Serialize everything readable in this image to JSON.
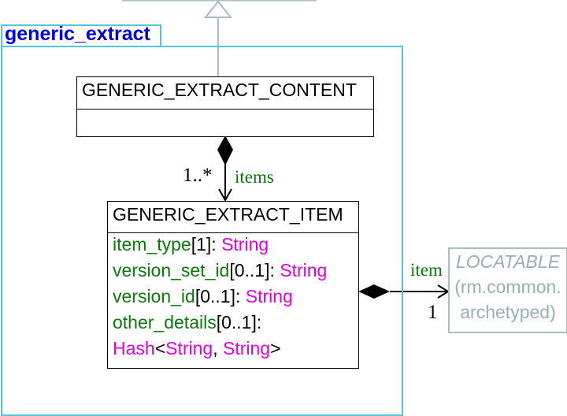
{
  "package": {
    "name": "generic_extract"
  },
  "classes": {
    "content": {
      "name": "GENERIC_EXTRACT_CONTENT"
    },
    "item": {
      "name": "GENERIC_EXTRACT_ITEM",
      "attributes": [
        {
          "name": "item_type",
          "multiplicity": "[1]",
          "sep": ": ",
          "type": "String"
        },
        {
          "name": "version_set_id",
          "multiplicity": "[0..1]",
          "sep": ": ",
          "type": "String"
        },
        {
          "name": "version_id",
          "multiplicity": "[0..1]",
          "sep": ": ",
          "type": "String"
        },
        {
          "name": "other_details",
          "multiplicity": "[0..1]",
          "sep": ":"
        }
      ],
      "hash_line": {
        "hash": "Hash",
        "lt": "<",
        "t1": "String",
        "comma": ", ",
        "t2": "String",
        "gt": ">"
      }
    },
    "locatable": {
      "name": "LOCATABLE",
      "line2": "(rm.common.",
      "line3": "archetyped)"
    }
  },
  "associations": {
    "items": {
      "role": "items",
      "multiplicity": "1..*"
    },
    "item": {
      "role": "item",
      "multiplicity": "1"
    }
  },
  "colors": {
    "package_border": "#53c5e3",
    "package_title": "#0000e6",
    "attribute": "#0a7a0a",
    "type": "#e000e0",
    "external": "#a9bdc4"
  }
}
